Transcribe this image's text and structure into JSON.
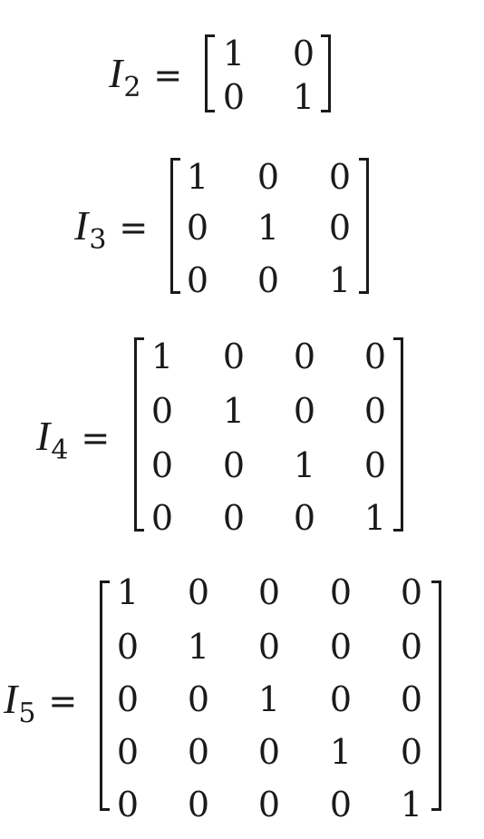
{
  "equations": [
    {
      "variable": "I",
      "subscript": "2",
      "equals": "=",
      "matrix": [
        [
          "1",
          "0"
        ],
        [
          "0",
          "1"
        ]
      ]
    },
    {
      "variable": "I",
      "subscript": "3",
      "equals": "=",
      "matrix": [
        [
          "1",
          "0",
          "0"
        ],
        [
          "0",
          "1",
          "0"
        ],
        [
          "0",
          "0",
          "1"
        ]
      ]
    },
    {
      "variable": "I",
      "subscript": "4",
      "equals": "=",
      "matrix": [
        [
          "1",
          "0",
          "0",
          "0"
        ],
        [
          "0",
          "1",
          "0",
          "0"
        ],
        [
          "0",
          "0",
          "1",
          "0"
        ],
        [
          "0",
          "0",
          "0",
          "1"
        ]
      ]
    },
    {
      "variable": "I",
      "subscript": "5",
      "equals": "=",
      "matrix": [
        [
          "1",
          "0",
          "0",
          "0",
          "0"
        ],
        [
          "0",
          "1",
          "0",
          "0",
          "0"
        ],
        [
          "0",
          "0",
          "1",
          "0",
          "0"
        ],
        [
          "0",
          "0",
          "0",
          "1",
          "0"
        ],
        [
          "0",
          "0",
          "0",
          "0",
          "1"
        ]
      ]
    }
  ]
}
